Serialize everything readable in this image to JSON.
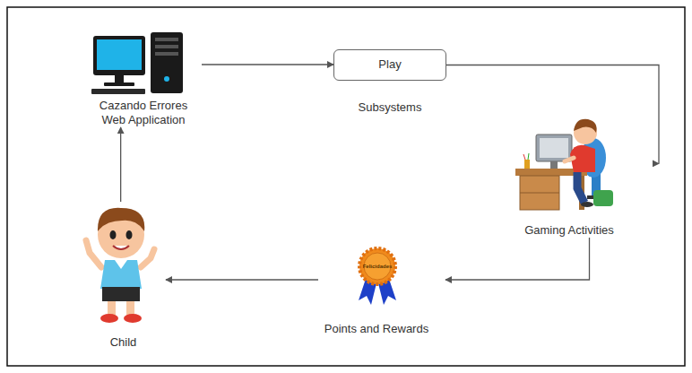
{
  "diagram": {
    "nodes": [
      {
        "text": [
          "Cazando Errores Web Application"
        ]
      },
      {
        "text": [
          "Play"
        ]
      },
      {
        "text": [
          "Gaming Activities"
        ]
      },
      {
        "text": [
          "Points and Rewards"
        ]
      },
      {
        "text": [
          "Child"
        ]
      }
    ],
    "edges": [
      {
        "from": 0,
        "to": 1,
        "arrow": "to"
      },
      {
        "from": 1,
        "to": 2,
        "arrow": "to"
      },
      {
        "from": 2,
        "to": 3,
        "arrow": "to"
      },
      {
        "from": 3,
        "to": 4,
        "arrow": "to"
      },
      {
        "from": 4,
        "to": 0,
        "arrow": "to"
      }
    ],
    "labels": [
      "Subsystems",
      "Felicidades"
    ]
  }
}
